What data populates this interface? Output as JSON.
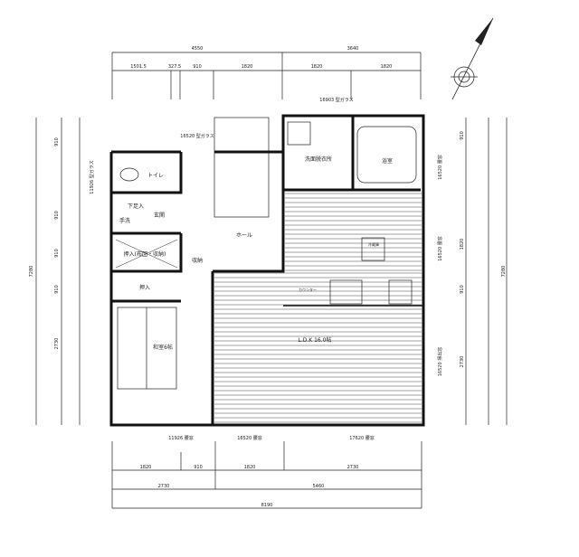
{
  "title": "1F floor plan",
  "dimensions": {
    "top_total": [
      "4550",
      "3640"
    ],
    "top_sub": [
      "1501.5",
      "327.5",
      "910",
      "1820",
      "1820",
      "1820"
    ],
    "bottom_sub": [
      "1820",
      "910",
      "1820",
      "2730"
    ],
    "bottom_mid": [
      "2730",
      "5460"
    ],
    "bottom_total": [
      "8190"
    ],
    "left": [
      "910",
      "910",
      "910",
      "910",
      "2730"
    ],
    "right": [
      "910",
      "1820",
      "910",
      "2730"
    ],
    "left_total": "7280",
    "right_total": "7280"
  },
  "rooms": {
    "hall": "ホール",
    "ldk": "L.D.K 16.0帖",
    "washroom": "洗面脱衣所",
    "bath": "浴室",
    "toilet": "トイレ",
    "entrance": "玄関",
    "shoe_box": "下足入",
    "handwash": "手洗",
    "closet": "押入(布団・収納)",
    "closet2": "押入",
    "japanese_room": "和室6帖",
    "storage": "収納",
    "refrigerator": "冷蔵庫",
    "counter": "カウンター"
  },
  "windows": {
    "w1": "16903 型ガラス",
    "w2": "16520 型ガラス",
    "w3": "11926 型ガラス",
    "w4": "16520 腰窓",
    "w5": "16520 腰窓",
    "w6": "16520 掃出窓",
    "bottom": [
      "11926 腰窓",
      "16520 腰窓",
      "17620 腰窓"
    ]
  }
}
